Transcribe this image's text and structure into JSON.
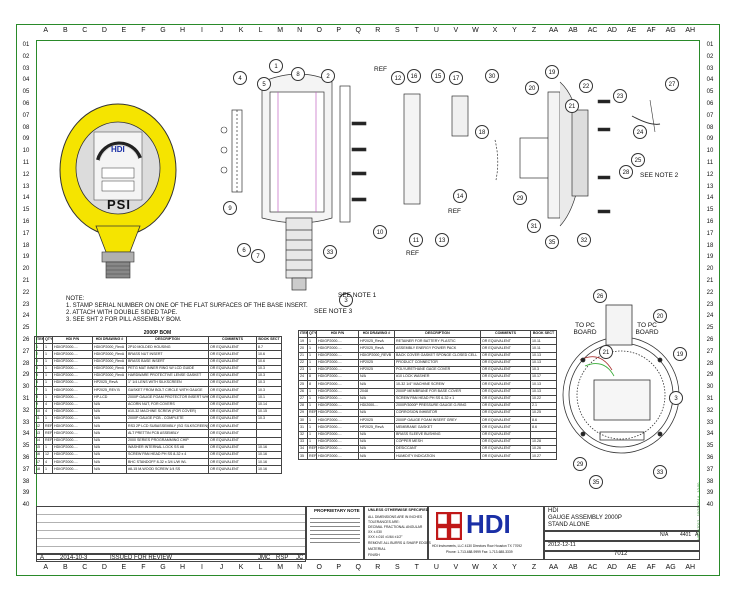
{
  "grid": {
    "columns": [
      "A",
      "B",
      "C",
      "D",
      "E",
      "F",
      "G",
      "H",
      "I",
      "J",
      "K",
      "L",
      "M",
      "N",
      "O",
      "P",
      "Q",
      "R",
      "S",
      "T",
      "U",
      "V",
      "W",
      "X",
      "Y",
      "Z",
      "AA",
      "AB",
      "AC",
      "AD",
      "AE",
      "AF",
      "AG",
      "AH"
    ],
    "rows": [
      "01",
      "02",
      "03",
      "04",
      "05",
      "06",
      "07",
      "08",
      "09",
      "10",
      "11",
      "12",
      "13",
      "14",
      "15",
      "16",
      "17",
      "18",
      "19",
      "20",
      "21",
      "22",
      "23",
      "24",
      "25",
      "26",
      "27",
      "28",
      "29",
      "30",
      "31",
      "32",
      "33",
      "34",
      "35",
      "36",
      "37",
      "38",
      "39",
      "40"
    ]
  },
  "gauge": {
    "logo": "HDI",
    "unit": "PSI"
  },
  "notes": {
    "heading": "NOTE:",
    "lines": [
      "1. STAMP SERIAL NUMBER ON ONE OF THE FLAT SURFACES OF THE BASE INSERT.",
      "2. ATTACH WITH DOUBLE SIDED TAPE.",
      "3. SEE SHT 2 FOR PILL ASSEMBLY BOM."
    ]
  },
  "callouts": {
    "see_note_1": "SEE NOTE 1",
    "see_note_2": "SEE NOTE 2",
    "see_note_3": "SEE NOTE 3",
    "ref": "REF",
    "to_pc_board": "TO PC BOARD"
  },
  "bom_left": {
    "title": "2000P BOM",
    "headers": [
      "ITEM",
      "QTY",
      "HDI P/N",
      "HDI DRAWING #",
      "DESCRIPTION",
      "COMMENTS",
      "BOOK SECT"
    ],
    "rows": [
      [
        "1",
        "1",
        "HDIGP2000-...",
        "HDIGP2000_RevA",
        "2P10 MOLDED HOUSING",
        "OR EQUIVALENT",
        "8.7"
      ],
      [
        "2",
        "1",
        "HDIGP2000-...",
        "HDIGP2000_RevA",
        "BRASS NUT INSERT",
        "OR EQUIVALENT",
        "10.6"
      ],
      [
        "3",
        "1",
        "HDIGP2000-...",
        "HDIGP2000_RevA",
        "BRASS BASE INSERT",
        "OR EQUIVALENT",
        "10.6"
      ],
      [
        "4",
        "1",
        "HDIGP2000-...",
        "HDIGP2000_RevA",
        "PETG MAT INNER RING W/ LCD GUIDE",
        "OR EQUIVALENT",
        "10.3"
      ],
      [
        "5",
        "1",
        "HDIGP2000-...",
        "HDIGP2000_RevA",
        "HARDWARE PROTECTIVE LENSE GASKET",
        "OR EQUIVALENT",
        "10.3"
      ],
      [
        "6",
        "1",
        "HDIGP2000-...",
        "HP2025_RevA",
        "1\" 1/4 LENS WITH SILKSCREEN",
        "OR EQUIVALENT",
        "10.3"
      ],
      [
        "7",
        "1",
        "HDIGP2000-...",
        "HP2025_REV B",
        "GASKET FROM BOLT CIRCLE WITH GAUGE",
        "OR EQUIVALENT",
        "10.3"
      ],
      [
        "8",
        "1",
        "HDIGP2000-...",
        "HP-LCD",
        "2000P GAUGE FOAM PROTECTOR INSERT WHITE",
        "OR EQUIVALENT",
        "10.1"
      ],
      [
        "9",
        "4",
        "HDIGP2000-...",
        "N/A",
        "ACORN NUT, FOR COVERS",
        "OR EQUIVALENT",
        "10.14"
      ],
      [
        "10",
        "4",
        "HDIGP2000-...",
        "N/A",
        "#10-32 MACHINE SCREW (FOR COVER)",
        "OR EQUIVALENT",
        "10.15"
      ],
      [
        "11",
        "1",
        "HDIGP2000-...",
        "N/A",
        "2000P GAUGE PCB - COMPLETE",
        "OR EQUIVALENT",
        "10.3"
      ],
      [
        "12",
        "REF",
        "HDIGP2000-...",
        "N/A",
        "RS3 2P LCD SUBASSEMBLY (SG SILKSCREEN)",
        "OR EQUIVALENT",
        ""
      ],
      [
        "13",
        "REF",
        "HDIGP2000-...",
        "N/A",
        "ALT PRETTIN PCB ASSEMBLY",
        "OR EQUIVALENT",
        ""
      ],
      [
        "14",
        "REF",
        "HDIGP2000-...",
        "N/A",
        "2000 SERIES PROGRAMMING CHIP",
        "OR EQUIVALENT",
        ""
      ],
      [
        "15",
        "1",
        "HDIGP2000-...",
        "N/A",
        "WASHER INTERNAL LOCK SS #8",
        "OR EQUIVALENT",
        "10.16"
      ],
      [
        "16",
        "12",
        "HDIGP2000-...",
        "N/A",
        "SCREW PAN HEAD PH SS 8-32 x 4",
        "OR EQUIVALENT",
        "10.16"
      ],
      [
        "17",
        "4",
        "HDIGP2000-...",
        "N/A",
        "BHC STANDOFF 8-32 x 3/4 L/W WL",
        "OR EQUIVALENT",
        "10.16"
      ],
      [
        "18",
        "1",
        "HDIGP2000-...",
        "N/A",
        "#8-15 M-WOOD SCREW 1/4 SS",
        "OR EQUIVALENT",
        "10.16"
      ]
    ]
  },
  "bom_right": {
    "headers": [
      "ITEM",
      "QTY",
      "HDI P/N",
      "HDI DRAWING #",
      "DESCRIPTION",
      "COMMENTS",
      "BOOK SECT"
    ],
    "rows": [
      [
        "19",
        "1",
        "HDIGP2000-...",
        "HP2025_RevA",
        "RETAINER FOR BATTERY PLASTIC",
        "OR EQUIVALENT",
        "10.11"
      ],
      [
        "20",
        "1",
        "HDIGP2000-...",
        "HP2025_RevA",
        "ASSEMBLY ENERGY POWER PACK",
        "OR EQUIVALENT",
        "10.11"
      ],
      [
        "21",
        "1",
        "HDIGP2000-...",
        "HDIGP2000_REVB",
        "BACK COVER GASKET SPONGE CLOSED CELL",
        "OR EQUIVALENT",
        "10.13"
      ],
      [
        "22",
        "1",
        "HDIGP2000-...",
        "HP2025",
        "PRODUCT CONNECTOR",
        "OR EQUIVALENT",
        "10.13"
      ],
      [
        "23",
        "1",
        "HDIGP2000-...",
        "HP2025",
        "POLYURETHANE GAGE COVER",
        "OR EQUIVALENT",
        "10.3"
      ],
      [
        "24",
        "8",
        "HDIGP2000-...",
        "N/A",
        "#10 LOCK WASHER",
        "OR EQUIVALENT",
        "10.17"
      ],
      [
        "25",
        "8",
        "HDIGP2000-...",
        "N/A",
        "10-32 1/4\" MACHINE SCREW",
        "OR EQUIVALENT",
        "10.13"
      ],
      [
        "26",
        "1",
        "HDIGP2000-...",
        "2048",
        "2000P MEMBRANE FOR BASE COVER",
        "OR EQUIVALENT",
        "10.13"
      ],
      [
        "27",
        "1",
        "HDIGP2000-...",
        "N/A",
        "SCREW PAN HEAD PH SS 6-32 x 1",
        "OR EQUIVALENT",
        "10.22"
      ],
      [
        "28",
        "1",
        "HDIGP2000-...",
        "HDI2000-...",
        "2000P/3000P PRESSURE GAUGE O-RING",
        "OR EQUIVALENT",
        "2.1"
      ],
      [
        "29",
        "REF",
        "HDIGP2000-...",
        "N/A",
        "CORROSION INHIBITOR",
        "OR EQUIVALENT",
        "10.25"
      ],
      [
        "30",
        "1",
        "HDIGP2000-...",
        "HP2025",
        "2000P GAUGE FOAM INSERT GREY",
        "OR EQUIVALENT",
        "8.6"
      ],
      [
        "31",
        "1",
        "HDIGP2000-...",
        "HP2025_RevA",
        "MEMBRANE GASKET",
        "OR EQUIVALENT",
        "8.6"
      ],
      [
        "32",
        "1",
        "HDIGP2000-...",
        "N/A",
        "BRASS SLEEVE BUSHING",
        "OR EQUIVALENT",
        ""
      ],
      [
        "33",
        "1",
        "HDIGP2000-...",
        "N/A",
        "COPPER MESH",
        "OR EQUIVALENT",
        "10.28"
      ],
      [
        "34",
        "REF",
        "HDIGP2000-...",
        "N/A",
        "DESICCANT",
        "OR EQUIVALENT",
        "10.26"
      ],
      [
        "35",
        "REF",
        "HDIGP2000-...",
        "N/A",
        "HUMIDITY INDICATION",
        "OR EQUIVALENT",
        "10.27"
      ]
    ]
  },
  "title_block": {
    "company_logo": "HDI",
    "company_line1": "HDI Instruments, LLC  4130 Directors Row  Houston TX 77092",
    "company_line2": "Phone: 1-713-688-9999  Fax: 1-713-688-3339",
    "title_lines": [
      "HDI",
      "GAUGE  ASSEMBLY  2000P",
      "STAND  ALONE"
    ],
    "date": "2012-12-11",
    "drawing_no": "7012",
    "scale": "N/A",
    "size": "4401",
    "sheet": "A",
    "proprietary_heading": "PROPRIETARY NOTE",
    "unless_heading": "UNLESS OTHERWISE SPECIFIED",
    "tolerance_lines": [
      "ALL DIMENSIONS ARE IN INCHES",
      "TOLERANCES ARE:",
      "DECIMAL   FRACTIONAL   ANGULAR",
      "XX ±.030",
      "XXX ±.010   ±1/64   ±1/2°",
      "REMOVE ALL BURRS & SHARP EDGES"
    ],
    "material_label": "MATERIAL",
    "finish_label": "FINISH"
  },
  "revision": {
    "rev": "A",
    "date": "2014-10-3",
    "description": "ISSUED  FOR  REVIEW",
    "by": "JMC",
    "chk": "RSP",
    "app": "JC"
  },
  "edge_text": "HPGA7012 - 10/31/2014 - 10:00"
}
